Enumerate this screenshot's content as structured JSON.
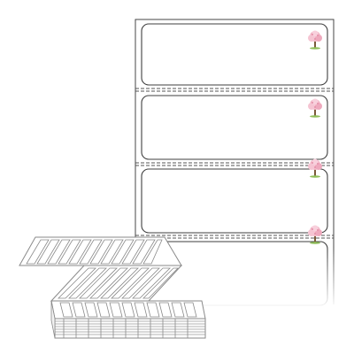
{
  "product": {
    "kind": "continuous fanfold label sheet",
    "labels_visible": 4,
    "label_layout": "single column",
    "fanfold_stack_shown": true,
    "perforation_between_labels": true,
    "decoration": "cherry-blossom-tree"
  },
  "colors": {
    "background": "#ffffff",
    "sheet_border": "#444444",
    "label_border": "#3f3f3f",
    "perforation": "#555555",
    "blossom": "#f2b8c8",
    "blossom_dark": "#e48fa8",
    "trunk": "#7a5a3a",
    "grass": "#8fbf5a",
    "stack_face": "#ffffff",
    "stack_edge": "#9a9a9a"
  },
  "icons": {
    "label_decoration": "cherry-blossom-icon"
  }
}
